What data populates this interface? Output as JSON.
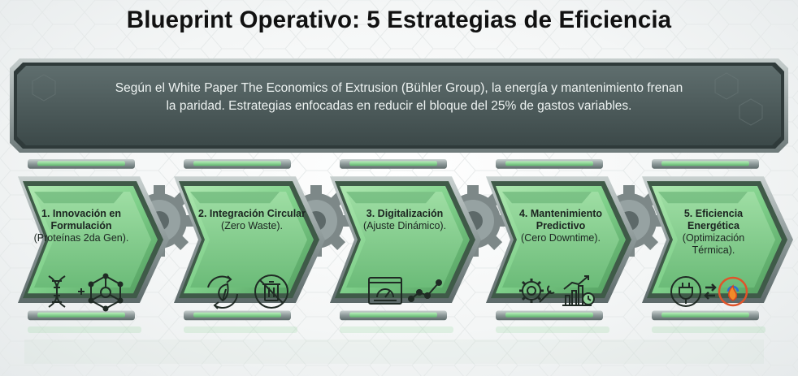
{
  "title": "Blueprint Operativo: 5 Estrategias de Eficiencia",
  "banner": {
    "line1": "Según el White Paper The Economics of Extrusion (Bühler Group), la energía y mantenimiento frenan",
    "line2": "la paridad. Estrategias enfocadas en reducir el bloque del 25% de gastos variables."
  },
  "colors": {
    "panel_green": "#7fd08a",
    "panel_dark": "#3f7a4c",
    "banner_fill": "#4e5d5d",
    "metal": "#8a9595"
  },
  "steps": [
    {
      "title": "1. Innovación en Formulación",
      "desc": "(Proteínas 2da Gen).",
      "icons": [
        "dna-icon",
        "plus-icon",
        "molecule-icon"
      ]
    },
    {
      "title": "2. Integración Circular",
      "desc": "(Zero Waste).",
      "icons": [
        "recycle-leaf-icon",
        "no-trash-icon"
      ]
    },
    {
      "title": "3. Digitalización",
      "desc": "(Ajuste Dinámico).",
      "icons": [
        "dashboard-gauge-icon",
        "network-chart-icon"
      ]
    },
    {
      "title": "4. Mantenimiento Predictivo",
      "desc": "(Cero Downtime).",
      "icons": [
        "gear-wrench-icon",
        "growth-chart-clock-icon"
      ]
    },
    {
      "title": "5. Eficiencia Energética",
      "desc": "(Optimización Térmica).",
      "icons": [
        "plug-icon",
        "heat-exchange-icon"
      ]
    }
  ]
}
